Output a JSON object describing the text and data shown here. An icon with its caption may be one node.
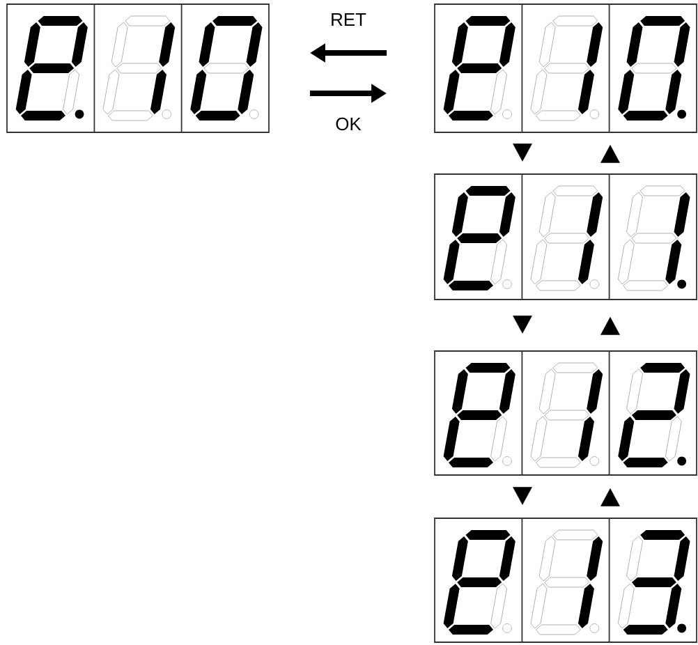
{
  "diagram": {
    "nodes": [
      {
        "text": [],
        "shape": "box"
      },
      {
        "text": [],
        "shape": "box"
      },
      {
        "text": [],
        "shape": "box"
      },
      {
        "text": [],
        "shape": "box"
      },
      {
        "text": [],
        "shape": "box"
      }
    ],
    "edges": [
      {
        "from": 1,
        "to": 0,
        "arrow": "to",
        "label": "RET"
      },
      {
        "from": 0,
        "to": 1,
        "arrow": "to",
        "label": "OK"
      },
      {
        "from": 1,
        "to": 2,
        "arrow": "to"
      },
      {
        "from": 2,
        "to": 1,
        "arrow": "to"
      },
      {
        "from": 2,
        "to": 3,
        "arrow": "to"
      },
      {
        "from": 3,
        "to": 2,
        "arrow": "to"
      },
      {
        "from": 3,
        "to": 4,
        "arrow": "to"
      },
      {
        "from": 4,
        "to": 3,
        "arrow": "to"
      }
    ]
  }
}
